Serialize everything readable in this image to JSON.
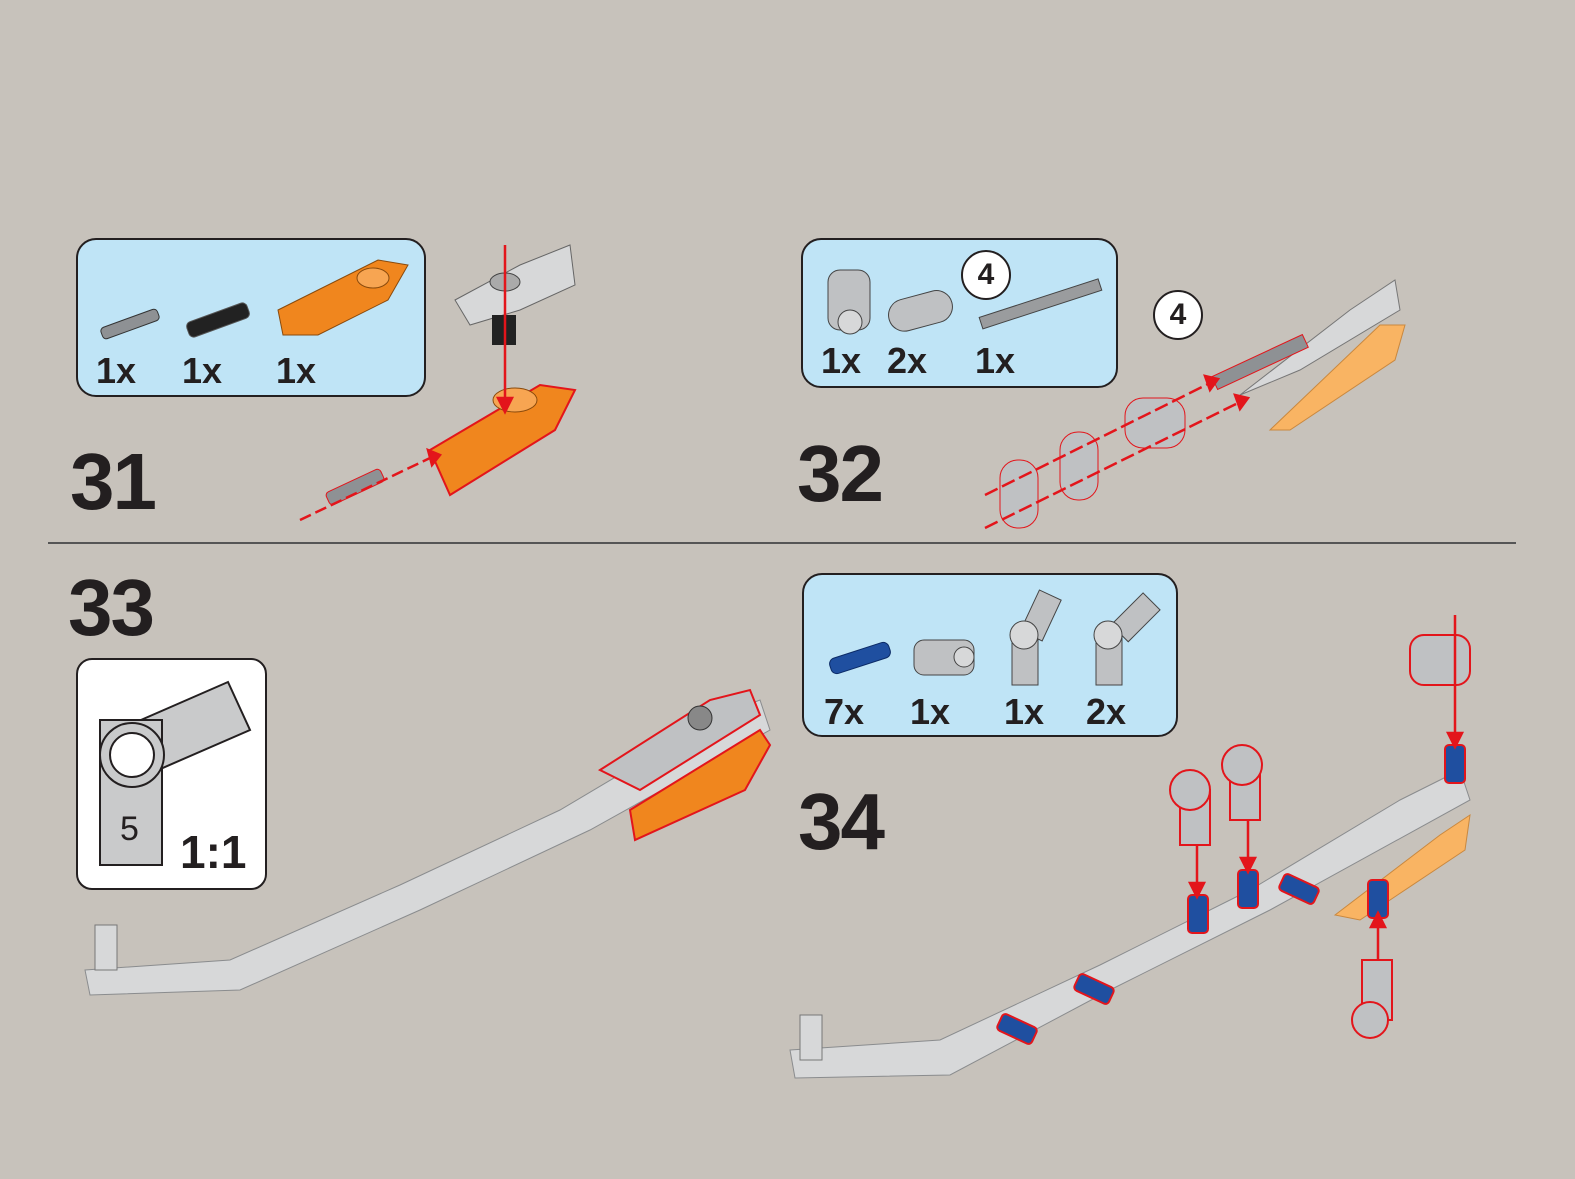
{
  "steps": [
    {
      "number": "31",
      "parts": [
        {
          "name": "connector-pin",
          "qty": "1x"
        },
        {
          "name": "black-pin",
          "qty": "1x"
        },
        {
          "name": "orange-panel",
          "qty": "1x"
        }
      ]
    },
    {
      "number": "32",
      "parts": [
        {
          "name": "axle-connector",
          "qty": "1x"
        },
        {
          "name": "double-link",
          "qty": "2x"
        },
        {
          "name": "axle-4",
          "qty": "1x"
        }
      ],
      "axle_callout": "4",
      "model_callout": "4"
    },
    {
      "number": "33",
      "scale": {
        "label": "1:1",
        "part_number": "5"
      }
    },
    {
      "number": "34",
      "parts": [
        {
          "name": "blue-pin",
          "qty": "7x"
        },
        {
          "name": "cross-block",
          "qty": "1x"
        },
        {
          "name": "angle-connector",
          "qty": "1x"
        },
        {
          "name": "angle-connector-b",
          "qty": "2x"
        }
      ]
    }
  ],
  "colors": {
    "background": "#c7c2bb",
    "parts_box": "#bfe4f6",
    "orange": "#f0861e",
    "light_orange": "#f9b463",
    "grey": "#c9cacb",
    "blue": "#1f4fa0",
    "arrow": "#e3151b"
  }
}
